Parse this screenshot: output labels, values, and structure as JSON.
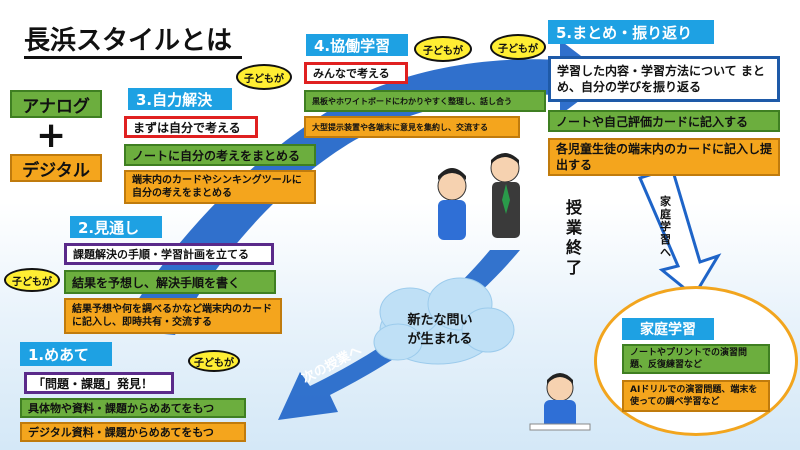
{
  "title": "長浜スタイルとは",
  "analog_label": "アナログ",
  "plus_symbol": "+",
  "digital_label": "デジタル",
  "bubble_label": "子どもが",
  "steps": [
    {
      "heading": "1.めあて",
      "items": [
        "「問題・課題」発見！",
        "具体物や資料・課題からめあてをもつ",
        "デジタル資料・課題からめあてをもつ"
      ]
    },
    {
      "heading": "2.見通し",
      "items": [
        "課題解決の手順・学習計画を立てる",
        "結果を予想し、解決手順を書く",
        "結果予想や何を調べるかなど端末内のカードに記入し、即時共有・交流する"
      ]
    },
    {
      "heading": "3.自力解決",
      "items": [
        "まずは自分で考える",
        "ノートに自分の考えをまとめる",
        "端末内のカードやシンキングツールに自分の考えをまとめる"
      ]
    },
    {
      "heading": "4.協働学習",
      "items": [
        "みんなで考える",
        "黒板やホワイトボードにわかりやすく整理し、話し合う",
        "大型提示装置や各端末に意見を集約し、交流する"
      ]
    },
    {
      "heading": "5.まとめ・振り返り",
      "items": [
        "学習した内容・学習方法について まとめ、自分の学びを振り返る",
        "ノートや自己評価カードに記入する",
        "各児童生徒の端末内のカードに記入し提出する"
      ]
    }
  ],
  "lesson_end": [
    "授",
    "業",
    "終",
    "了"
  ],
  "home_study_arrow": [
    "家",
    "庭",
    "学",
    "習",
    "へ"
  ],
  "new_question_line1": "新たな問い",
  "new_question_line2": "が生まれる",
  "next_lesson": "次の授業へ",
  "home_study": {
    "heading": "家庭学習",
    "items": [
      "ノートやプリントでの演習問題、反復練習など",
      "AIドリルでの演習問題、端末を使っての調べ学習など"
    ]
  }
}
